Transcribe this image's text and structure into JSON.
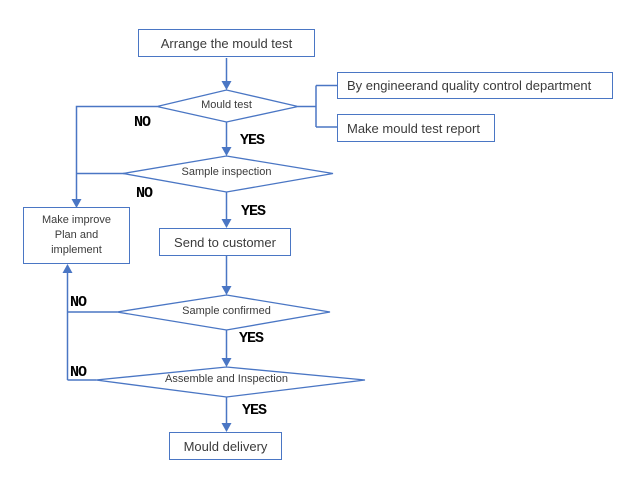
{
  "flowchart": {
    "nodes": {
      "arrange": {
        "label": "Arrange the mould test",
        "shape": "rectangle"
      },
      "mould_test": {
        "label": "Mould test",
        "shape": "diamond"
      },
      "by_engineer": {
        "label": "By engineerand quality control department",
        "shape": "rectangle"
      },
      "make_report": {
        "label": "Make mould test report",
        "shape": "rectangle"
      },
      "sample_inspection": {
        "label": "Sample inspection",
        "shape": "diamond"
      },
      "make_improve": {
        "label": "Make improve\nPlan and\nimplement",
        "shape": "rectangle"
      },
      "send_customer": {
        "label": "Send to customer",
        "shape": "rectangle"
      },
      "sample_confirmed": {
        "label": "Sample confirmed",
        "shape": "diamond"
      },
      "assemble": {
        "label": "Assemble and Inspection",
        "shape": "diamond"
      },
      "delivery": {
        "label": "Mould delivery",
        "shape": "rectangle"
      }
    },
    "edges": {
      "mould_test_no": {
        "label": "NO"
      },
      "mould_test_yes": {
        "label": "YES"
      },
      "sample_inspection_no": {
        "label": "NO"
      },
      "sample_inspection_yes": {
        "label": "YES"
      },
      "sample_confirmed_no": {
        "label": "NO"
      },
      "sample_confirmed_yes": {
        "label": "YES"
      },
      "assemble_no": {
        "label": "NO"
      },
      "assemble_yes": {
        "label": "YES"
      }
    },
    "colors": {
      "line": "#4a76c4",
      "shape_text": "#3b3b3b",
      "edge_label_text": "#000000",
      "background": "#ffffff"
    }
  }
}
